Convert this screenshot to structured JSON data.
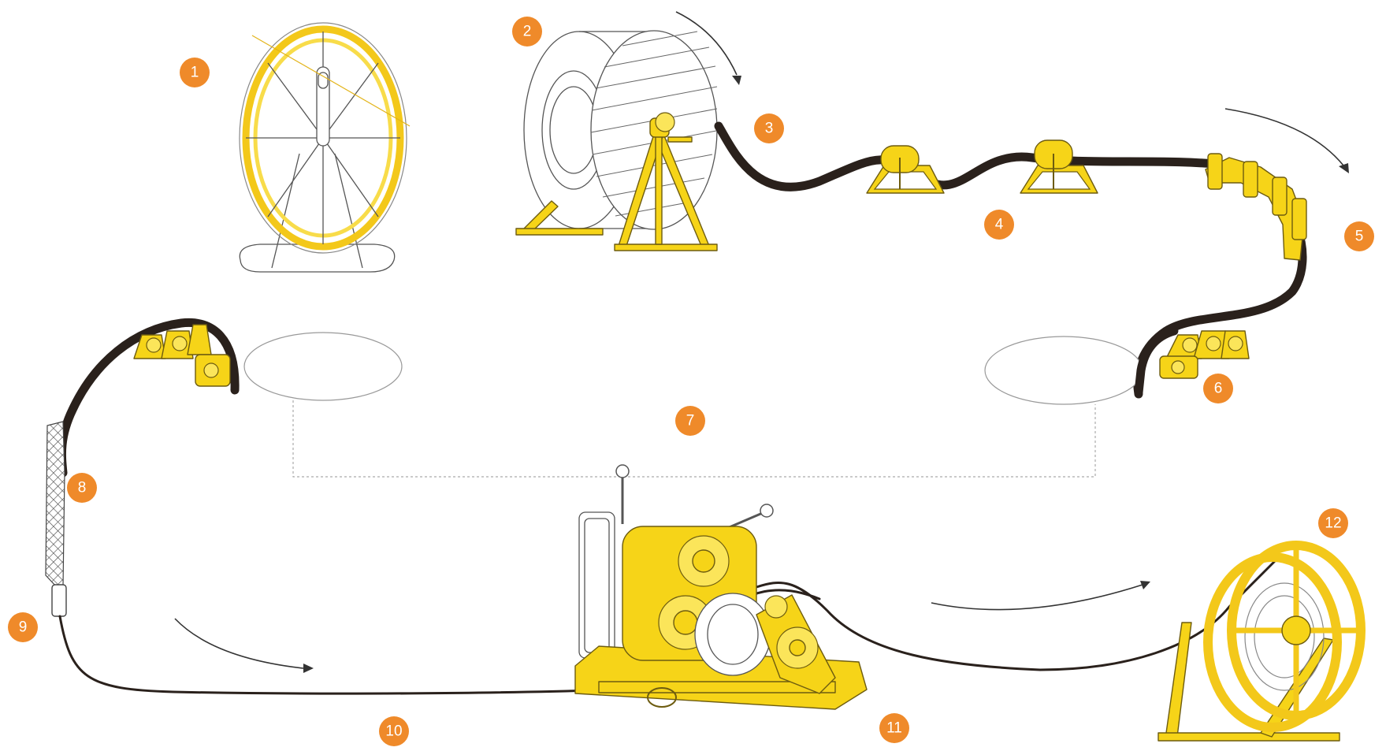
{
  "badges": [
    {
      "id": "1",
      "label": "1"
    },
    {
      "id": "2",
      "label": "2"
    },
    {
      "id": "3",
      "label": "3"
    },
    {
      "id": "4",
      "label": "4"
    },
    {
      "id": "5",
      "label": "5"
    },
    {
      "id": "6",
      "label": "6"
    },
    {
      "id": "7",
      "label": "7"
    },
    {
      "id": "8",
      "label": "8"
    },
    {
      "id": "9",
      "label": "9"
    },
    {
      "id": "10",
      "label": "10"
    },
    {
      "id": "11",
      "label": "11"
    },
    {
      "id": "12",
      "label": "12"
    }
  ],
  "colors": {
    "badge": "#ef8a2a",
    "equipment": "#f6d418",
    "cable": "#2a211c",
    "line_art": "#555555"
  },
  "icons": {
    "item_1": "fiberglass-duct-rodder-icon",
    "item_2": "cable-drum-on-jack-stands-icon",
    "item_4": "ground-cable-roller-icon",
    "item_5": "corner-roller-icon",
    "item_6": "manhole-entry-roller-icon",
    "item_8": "cable-pulling-sock-icon",
    "item_9": "swivel-link-icon",
    "item_11": "cable-pulling-winch-icon",
    "item_12": "rope-recoiling-drum-icon"
  }
}
